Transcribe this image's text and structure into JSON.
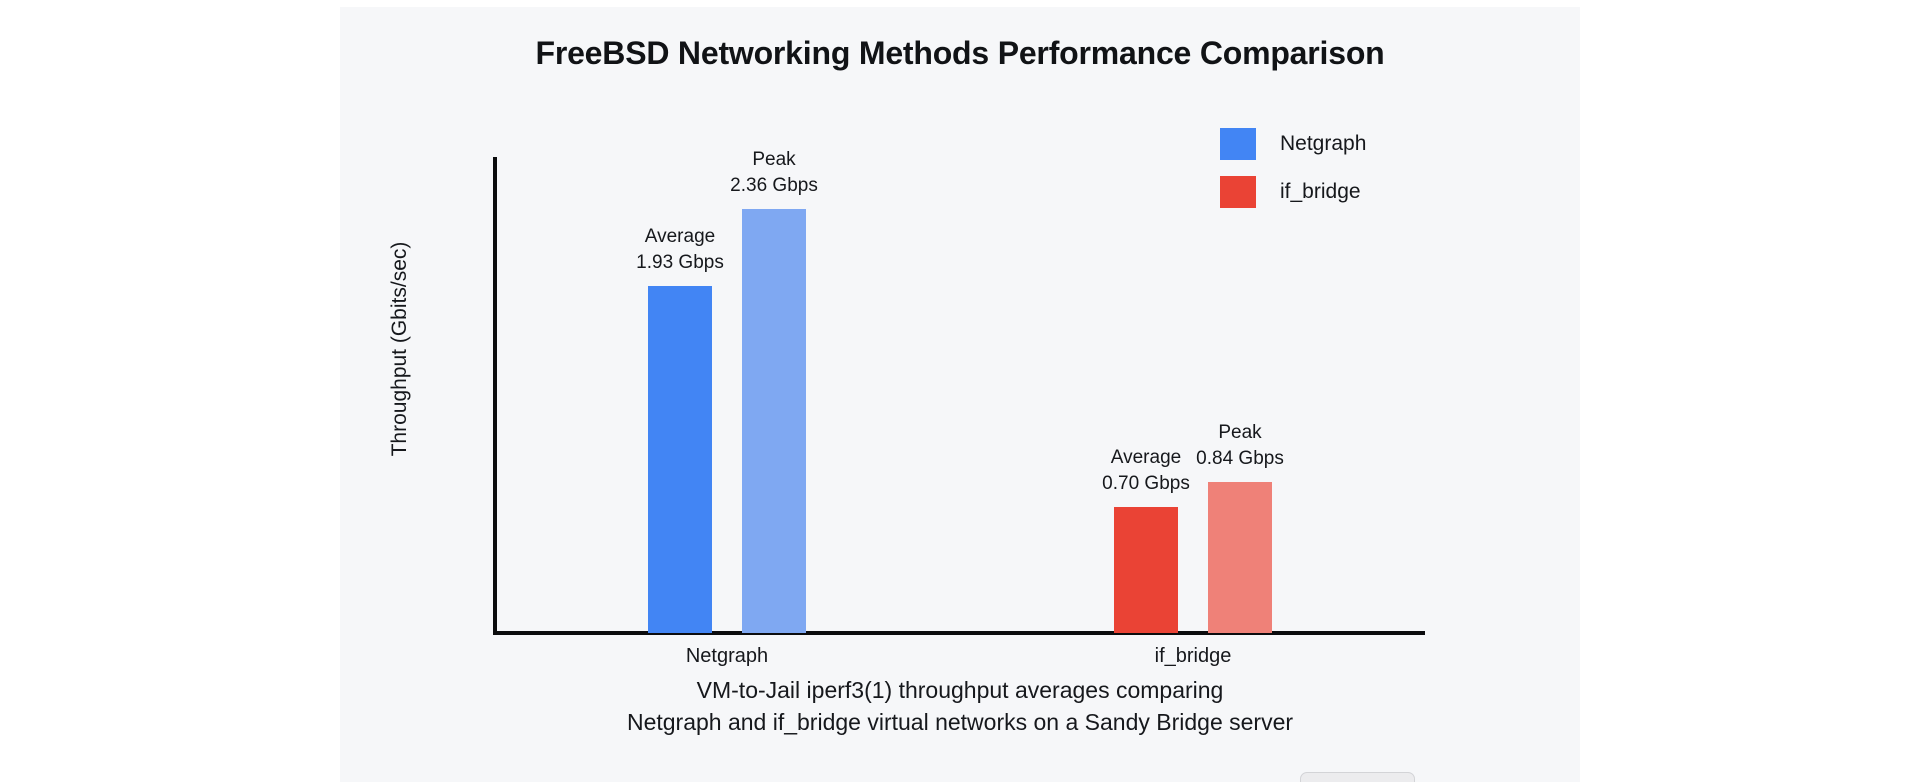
{
  "panel": {
    "background_color": "#f6f7f9",
    "page_background_color": "#ffffff"
  },
  "chart_data": {
    "type": "bar",
    "title": "FreeBSD Networking Methods Performance Comparison",
    "xlabel": "",
    "ylabel": "Throughput (Gbits/sec)",
    "categories": [
      "Netgraph",
      "if_bridge"
    ],
    "measures": [
      "Average",
      "Peak"
    ],
    "unit": "Gbps",
    "ylim": [
      0,
      2.65
    ],
    "grid": false,
    "legend_position": "top-right",
    "legend": [
      {
        "name": "Netgraph",
        "color": "#4285f4"
      },
      {
        "name": "if_bridge",
        "color": "#ea4335"
      }
    ],
    "series": [
      {
        "name": "Average",
        "values": [
          1.93,
          0.7
        ],
        "colors": [
          "#4285f4",
          "#ea4335"
        ]
      },
      {
        "name": "Peak",
        "values": [
          2.36,
          0.84
        ],
        "colors": [
          "#7fa8f2",
          "#ef8178"
        ]
      }
    ],
    "bars": [
      {
        "category": "Netgraph",
        "measure": "Average",
        "value": 1.93,
        "value_label": "1.93 Gbps",
        "measure_label": "Average",
        "color": "#4285f4"
      },
      {
        "category": "Netgraph",
        "measure": "Peak",
        "value": 2.36,
        "value_label": "2.36 Gbps",
        "measure_label": "Peak",
        "color": "#7fa8f2"
      },
      {
        "category": "if_bridge",
        "measure": "Average",
        "value": 0.7,
        "value_label": "0.70 Gbps",
        "measure_label": "Average",
        "color": "#ea4335"
      },
      {
        "category": "if_bridge",
        "measure": "Peak",
        "value": 0.84,
        "value_label": "0.84 Gbps",
        "measure_label": "Peak",
        "color": "#ef8178"
      }
    ],
    "caption_lines": [
      "VM-to-Jail iperf3(1) throughput averages comparing",
      "Netgraph and if_bridge virtual networks on a Sandy Bridge server"
    ]
  }
}
